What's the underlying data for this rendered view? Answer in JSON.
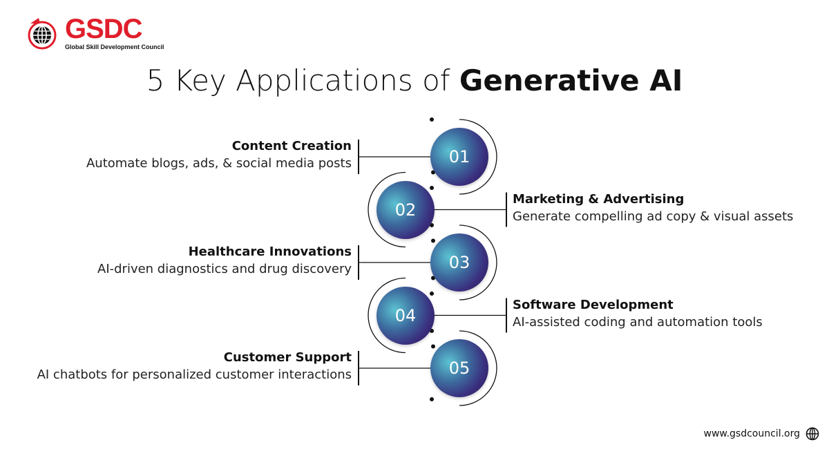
{
  "logo": {
    "name": "GSDC",
    "subtitle": "Global Skill Development Council",
    "brand_color": "#e01e2b",
    "icon": "globe-icon"
  },
  "title": {
    "regular": "5 Key Applications of ",
    "bold": "Generative AI"
  },
  "items": [
    {
      "number": "01",
      "title": "Content Creation",
      "description": "Automate blogs, ads, & social media posts",
      "side": "left"
    },
    {
      "number": "02",
      "title": "Marketing & Advertising",
      "description": "Generate compelling ad copy & visual assets",
      "side": "right"
    },
    {
      "number": "03",
      "title": "Healthcare Innovations",
      "description": "AI-driven diagnostics and drug discovery",
      "side": "left"
    },
    {
      "number": "04",
      "title": "Software Development",
      "description": "AI-assisted coding and automation tools",
      "side": "right"
    },
    {
      "number": "05",
      "title": "Customer Support",
      "description": "AI chatbots for personalized customer interactions",
      "side": "left"
    }
  ],
  "footer": {
    "url": "www.gsdcouncil.org",
    "icon": "globe-icon"
  },
  "colors": {
    "circle_dark": "#27184f",
    "circle_light": "#5bc3d2",
    "line": "#111111"
  }
}
